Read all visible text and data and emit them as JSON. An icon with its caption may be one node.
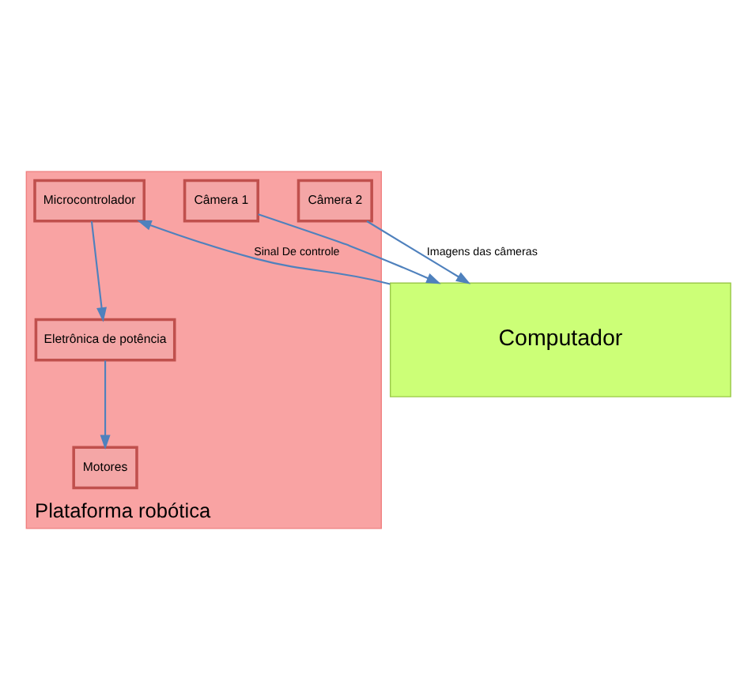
{
  "diagram": {
    "nodes": [
      {
        "text": [
          "Computador"
        ]
      },
      {
        "text": [
          "Plataforma robótica"
        ]
      },
      {
        "text": [
          "Microcontrolador"
        ],
        "in": 1
      },
      {
        "text": [
          "Câmera 1"
        ],
        "in": 1
      },
      {
        "text": [
          "Câmera 2"
        ],
        "in": 1
      },
      {
        "text": [
          "Eletrônica de potência"
        ],
        "in": 1
      },
      {
        "text": [
          "Motores"
        ],
        "in": 1
      }
    ],
    "edges": [
      {
        "from": 0,
        "to": 2,
        "arrow": "to",
        "label": "Sinal De controle"
      },
      {
        "from": 3,
        "to": 0,
        "arrow": "to"
      },
      {
        "from": 4,
        "to": 0,
        "arrow": "to",
        "label": "Imagens das câmeras"
      },
      {
        "from": 2,
        "to": 5,
        "arrow": "to"
      },
      {
        "from": 5,
        "to": 6,
        "arrow": "to"
      }
    ]
  }
}
